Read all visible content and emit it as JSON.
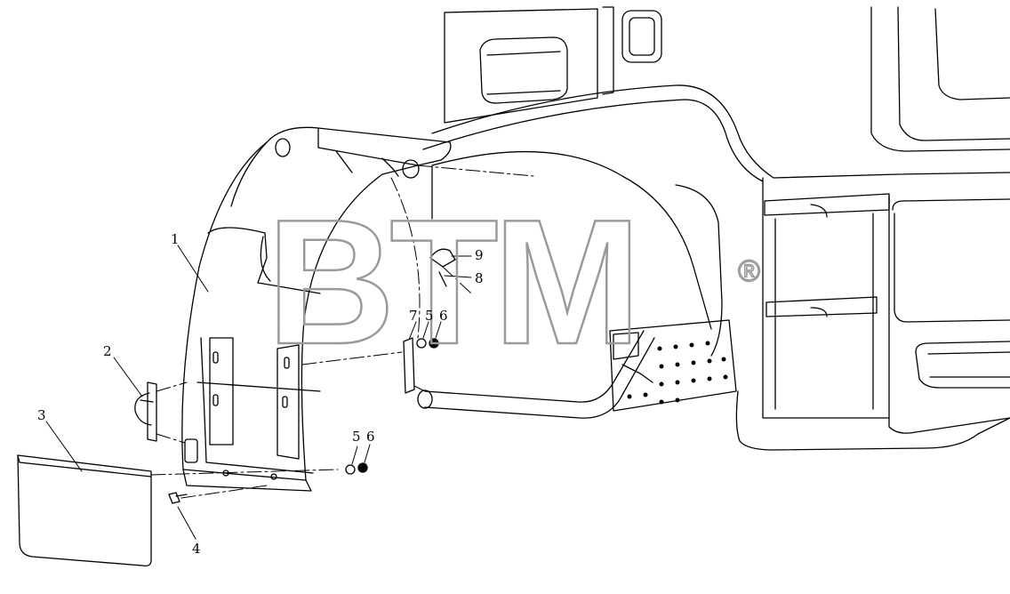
{
  "diagram": {
    "type": "exploded-parts-diagram",
    "line_color": "#000000",
    "background": "#ffffff",
    "watermark": {
      "text": "BTM",
      "mark": "®",
      "color": "#9a9a9a"
    },
    "callouts": [
      {
        "id": "c1",
        "label": "1"
      },
      {
        "id": "c2",
        "label": "2"
      },
      {
        "id": "c3",
        "label": "3"
      },
      {
        "id": "c4",
        "label": "4"
      },
      {
        "id": "c5a",
        "label": "5"
      },
      {
        "id": "c6a",
        "label": "6"
      },
      {
        "id": "c5b",
        "label": "5"
      },
      {
        "id": "c6b",
        "label": "6"
      },
      {
        "id": "c7",
        "label": "7"
      },
      {
        "id": "c8",
        "label": "8"
      },
      {
        "id": "c9",
        "label": "9"
      }
    ]
  }
}
